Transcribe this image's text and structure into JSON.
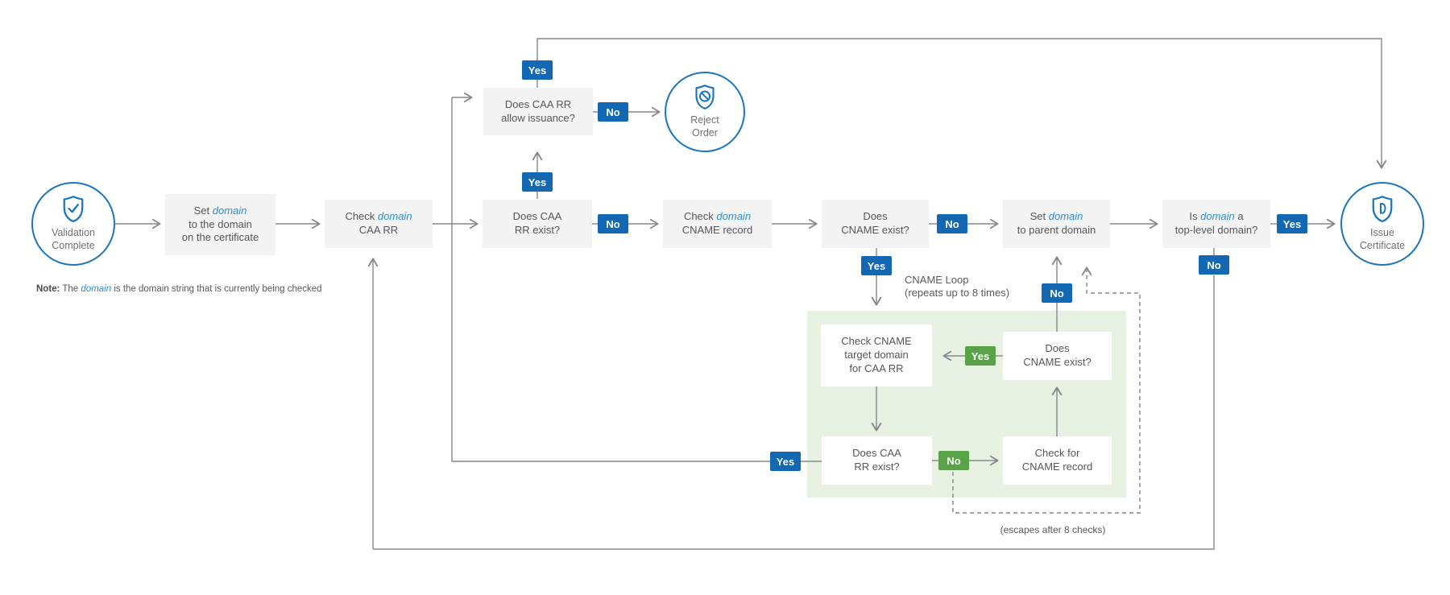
{
  "badges": {
    "yes": "Yes",
    "no": "No"
  },
  "note": {
    "label": "Note:",
    "before": "The ",
    "domain": "domain",
    "after": " is the domain string that is currently being checked"
  },
  "terminals": {
    "validation": {
      "line1": "Validation",
      "line2": "Complete",
      "icon": "shield-check-icon"
    },
    "reject": {
      "line1": "Reject",
      "line2": "Order",
      "icon": "shield-block-icon"
    },
    "issue": {
      "line1": "Issue",
      "line2": "Certificate",
      "icon": "shield-certificate-icon"
    }
  },
  "boxes": {
    "set_domain": {
      "l1a": "Set ",
      "l1b": "domain",
      "l2": "to the domain",
      "l3": "on the certificate"
    },
    "check_caa": {
      "l1a": "Check ",
      "l1b": "domain",
      "l2": "CAA RR"
    },
    "caa_exist": {
      "l1": "Does CAA",
      "l2": "RR exist?"
    },
    "check_cname": {
      "l1a": "Check ",
      "l1b": "domain",
      "l2": "CNAME record"
    },
    "cname_exist": {
      "l1": "Does",
      "l2": "CNAME exist?"
    },
    "set_parent": {
      "l1a": "Set ",
      "l1b": "domain",
      "l2": "to parent domain"
    },
    "top_level": {
      "l1a": "Is ",
      "l1b": "domain",
      "l1c": " a",
      "l2": "top-level domain?"
    },
    "allow_issuance": {
      "l1": "Does CAA RR",
      "l2": "allow issuance?"
    }
  },
  "loop": {
    "check_target": {
      "l1": "Check CNAME",
      "l2": "target domain",
      "l3": "for CAA RR"
    },
    "cname_exist": {
      "l1": "Does",
      "l2": "CNAME exist?"
    },
    "caa_exist": {
      "l1": "Does CAA",
      "l2": "RR exist?"
    },
    "check_cname": {
      "l1": "Check for",
      "l2": "CNAME record"
    },
    "label_line1": "CNAME Loop",
    "label_line2": "(repeats up to 8 times)",
    "escape_label": "(escapes after 8 checks)"
  },
  "colors": {
    "badge_blue": "#1268b3",
    "badge_green": "#56a446",
    "circle_stroke": "#1a75bc",
    "box_bg": "#f2f3f2",
    "loop_bg": "#e8f2e3",
    "domain_text": "#2e8fd1",
    "body_text": "#56575a",
    "line": "#85878a"
  }
}
